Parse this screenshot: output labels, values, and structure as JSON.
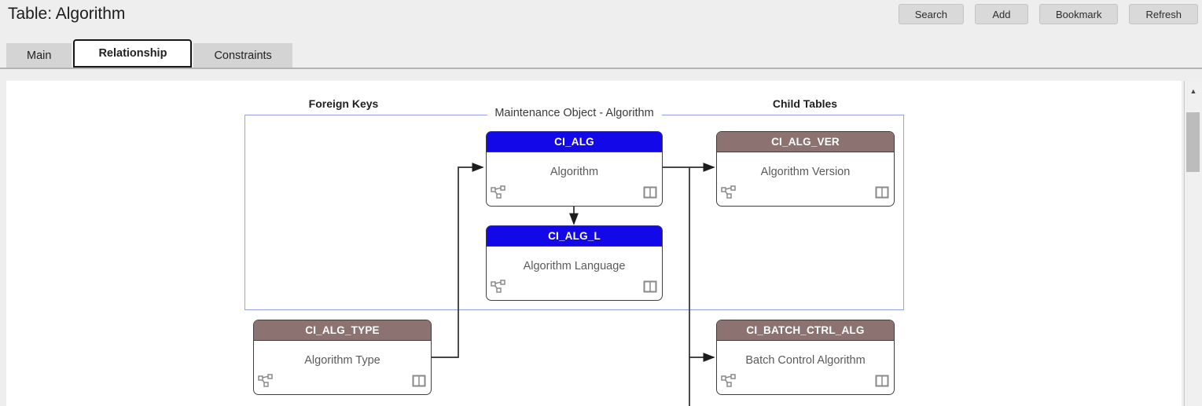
{
  "header": {
    "title": "Table: Algorithm",
    "buttons": [
      {
        "label": "Search"
      },
      {
        "label": "Add"
      },
      {
        "label": "Bookmark"
      },
      {
        "label": "Refresh"
      }
    ]
  },
  "tabs": [
    {
      "label": "Main",
      "active": false
    },
    {
      "label": "Relationship",
      "active": true
    },
    {
      "label": "Constraints",
      "active": false
    }
  ],
  "diagram": {
    "column_labels": {
      "foreign_keys": "Foreign Keys",
      "child_tables": "Child Tables"
    },
    "group_label": "Maintenance Object - Algorithm",
    "entities": [
      {
        "id": "CI_ALG",
        "name": "Algorithm",
        "header_color": "#1309e8",
        "role": "maintenance-object"
      },
      {
        "id": "CI_ALG_L",
        "name": "Algorithm Language",
        "header_color": "#1309e8",
        "role": "maintenance-object"
      },
      {
        "id": "CI_ALG_VER",
        "name": "Algorithm Version",
        "header_color": "#8d7272",
        "role": "child-table"
      },
      {
        "id": "CI_ALG_TYPE",
        "name": "Algorithm Type",
        "header_color": "#8d7272",
        "role": "foreign-key"
      },
      {
        "id": "CI_BATCH_CTRL_ALG",
        "name": "Batch Control Algorithm",
        "header_color": "#8d7272",
        "role": "child-table"
      }
    ],
    "icons": {
      "bottom_left": "relationship-icon",
      "bottom_right": "table-columns-icon"
    },
    "colors": {
      "mo_header": "#1309e8",
      "table_header": "#8d7272",
      "group_border": "#96a0eb",
      "connector": "#2d2d2d"
    }
  },
  "scrollbar": {
    "up_arrow": "▲"
  }
}
